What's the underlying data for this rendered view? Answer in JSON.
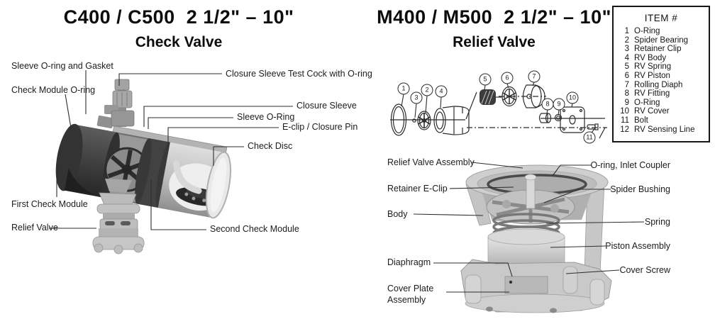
{
  "left_panel": {
    "title": "C400 / C500  2 1/2\" – 10\"",
    "subtitle": "Check Valve",
    "callouts": {
      "sleeve_oring_and_gasket": "Sleeve O-ring and Gasket",
      "check_module_oring": "Check Module O-ring",
      "closure_sleeve_test_cock": "Closure Sleeve Test Cock with O-ring",
      "closure_sleeve": "Closure Sleeve",
      "sleeve_o_ring": "Sleeve O-Ring",
      "e_clip_closure_pin": "E-clip / Closure Pin",
      "check_disc": "Check Disc",
      "first_check_module": "First Check Module",
      "relief_valve": "Relief Valve",
      "second_check_module": "Second Check Module"
    }
  },
  "right_panel": {
    "title": "M400 / M500  2 1/2\" – 10\"",
    "subtitle": "Relief Valve",
    "item_table": {
      "header": "ITEM #",
      "items": [
        {
          "num": "1",
          "name": "O-Ring"
        },
        {
          "num": "2",
          "name": "Spider Bearing"
        },
        {
          "num": "3",
          "name": "Retainer Clip"
        },
        {
          "num": "4",
          "name": "RV Body"
        },
        {
          "num": "5",
          "name": "RV Spring"
        },
        {
          "num": "6",
          "name": "RV Piston"
        },
        {
          "num": "7",
          "name": "Rolling Diaph"
        },
        {
          "num": "8",
          "name": "RV Fitting"
        },
        {
          "num": "9",
          "name": "O-Ring"
        },
        {
          "num": "10",
          "name": "RV Cover"
        },
        {
          "num": "11",
          "name": "Bolt"
        },
        {
          "num": "12",
          "name": "RV Sensing Line"
        }
      ]
    },
    "exploded_balloons": [
      "1",
      "2",
      "3",
      "4",
      "5",
      "6",
      "7",
      "8",
      "9",
      "10",
      "11"
    ],
    "assembly_callouts": {
      "relief_valve_assembly": "Relief Valve Assembly",
      "retainer_e_clip": "Retainer E-Clip",
      "body": "Body",
      "diaphragm": "Diaphragm",
      "cover_plate_assembly": "Cover Plate Assembly",
      "o_ring_inlet_coupler": "O-ring, Inlet Coupler",
      "spider_bushing": "Spider Bushing",
      "spring": "Spring",
      "piston_assembly": "Piston Assembly",
      "cover_screw": "Cover Screw"
    }
  }
}
